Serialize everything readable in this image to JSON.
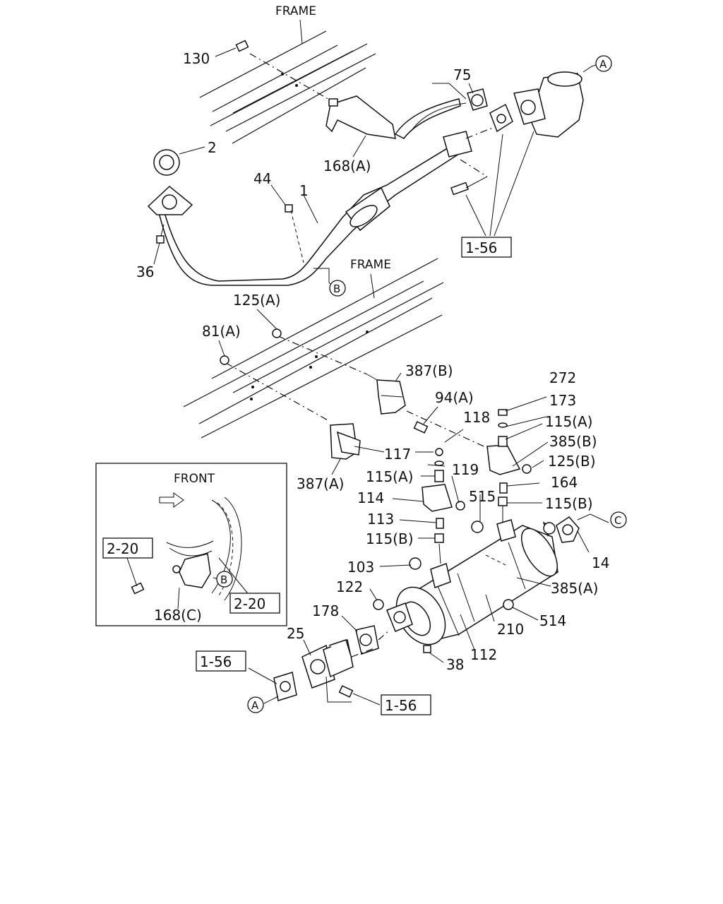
{
  "frame_labels": [
    "FRAME",
    "FRAME"
  ],
  "inset": {
    "front_label": "FRONT",
    "ref_left": "2-20",
    "ref_right": "2-20",
    "part_label": "168(C)",
    "circle_b": "B"
  },
  "refs": {
    "top_right": "1-56",
    "bottom_left": "1-56",
    "bottom_mid": "1-56"
  },
  "circles": {
    "a_top": "A",
    "b_mid": "B",
    "c_right": "C",
    "a_bottom": "A"
  },
  "labels": {
    "p130": "130",
    "p75": "75",
    "p2": "2",
    "p168a": "168(A)",
    "p44": "44",
    "p1": "1",
    "p36": "36",
    "p125a": "125(A)",
    "p81a": "81(A)",
    "p387b": "387(B)",
    "p94a": "94(A)",
    "p272": "272",
    "p173": "173",
    "p115a_r": "115(A)",
    "p118": "118",
    "p385b": "385(B)",
    "p125b": "125(B)",
    "p117": "117",
    "p387a": "387(A)",
    "p115a_l": "115(A)",
    "p119": "119",
    "p164": "164",
    "p114": "114",
    "p515": "515",
    "p115b_r": "115(B)",
    "p113": "113",
    "p115b_l": "115(B)",
    "p14": "14",
    "p103": "103",
    "p385a": "385(A)",
    "p122": "122",
    "p514": "514",
    "p178": "178",
    "p210": "210",
    "p25": "25",
    "p112": "112",
    "p38": "38"
  }
}
